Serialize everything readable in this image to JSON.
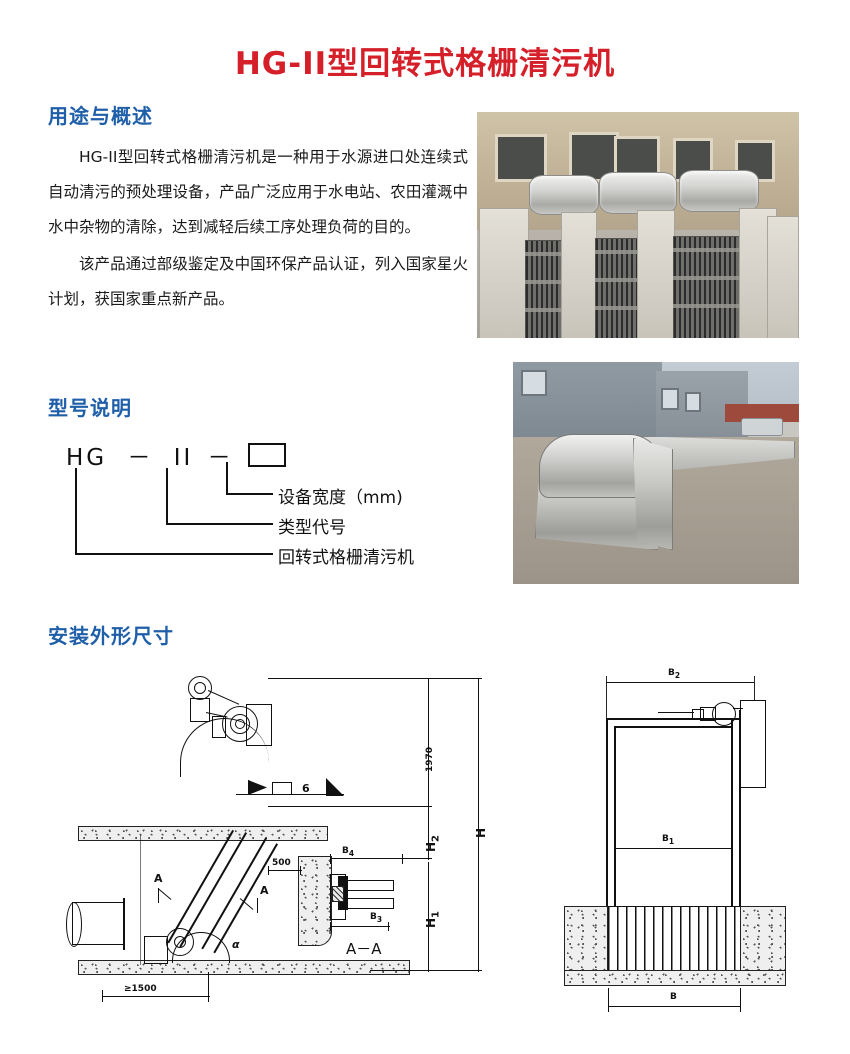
{
  "document": {
    "title": "HG-II型回转式格栅清污机",
    "title_color": "#D5202A",
    "heading_color": "#1F5FA9"
  },
  "sections": {
    "intro": {
      "heading": "用途与概述",
      "paragraphs": [
        "HG-II型回转式格栅清污机是一种用于水源进口处连续式自动清污的预处理设备，产品广泛应用于水电站、农田灌溉中水中杂物的清除，达到减轻后续工序处理负荷的目的。",
        "该产品通过部级鉴定及中国环保产品认证，列入国家星火计划，获国家重点新产品。"
      ]
    },
    "model": {
      "heading": "型号说明",
      "code": "HG － II －",
      "code_parts": [
        "HG",
        "－",
        "II",
        "－",
        "□"
      ],
      "labels": [
        "设备宽度（mm)",
        "类型代号",
        "回转式格栅清污机"
      ]
    },
    "dimensions": {
      "heading": "安装外形尺寸"
    }
  },
  "photos": [
    {
      "name": "photo-installed-units",
      "caption": ""
    },
    {
      "name": "photo-single-unit",
      "caption": ""
    }
  ],
  "drawing": {
    "side_view": {
      "labels": [
        "1970",
        "H₂",
        "H",
        "H₁",
        "500",
        "≥1500",
        "6",
        "α",
        "A",
        "A",
        "A-A",
        "B₄",
        "B₃"
      ]
    },
    "front_view": {
      "labels": [
        "B₂",
        "B₁",
        "B"
      ]
    },
    "values": {
      "height_top": "1970",
      "h2": "H",
      "h2_sub": "2",
      "h": "H",
      "h1": "H",
      "h1_sub": "1",
      "dim_500": "500",
      "dim_1500": "≥1500",
      "weld": "6",
      "alpha": "α",
      "section_mark": "A",
      "section_title": "A－A",
      "b4": "B",
      "b4_sub": "4",
      "b3": "B",
      "b3_sub": "3",
      "b2": "B",
      "b2_sub": "2",
      "b1": "B",
      "b1_sub": "1",
      "b": "B"
    }
  }
}
